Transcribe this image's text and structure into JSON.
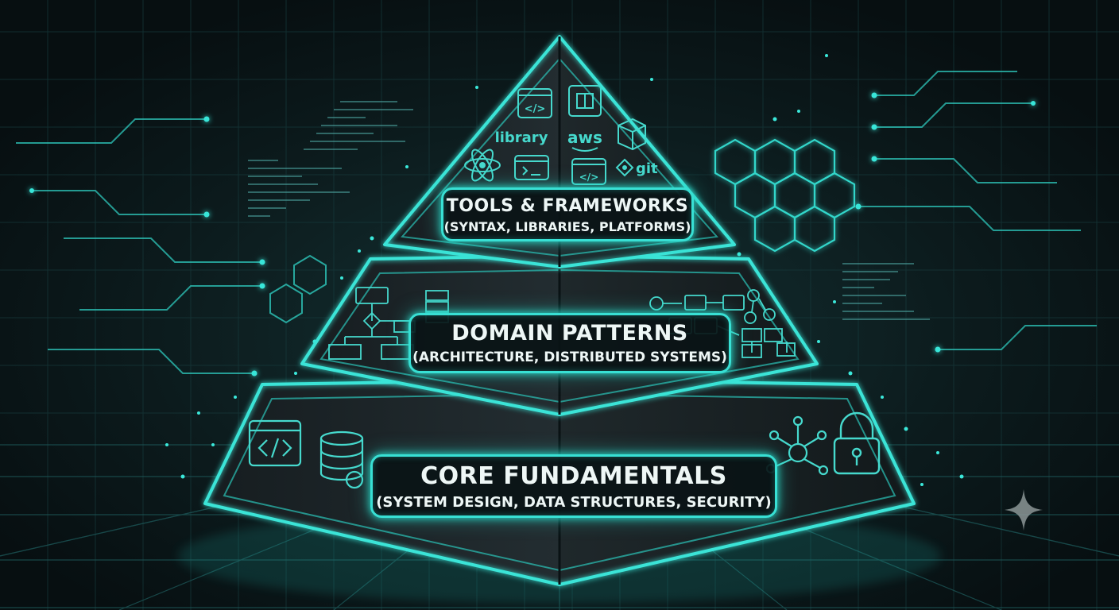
{
  "colors": {
    "background": "#0b1618",
    "accent": "#38e0d4",
    "grid": "#16393b",
    "pyramid_face": "#1b2326",
    "text": "#eef7f6"
  },
  "tiers": [
    {
      "level": "top",
      "title": "Tools & Frameworks",
      "subtitle": "(Syntax, Libraries, Platforms)"
    },
    {
      "level": "middle",
      "title": "Domain Patterns",
      "subtitle": "(Architecture, Distributed Systems)"
    },
    {
      "level": "base",
      "title": "Core Fundamentals",
      "subtitle": "(System Design, Data Structures, Security)"
    }
  ],
  "top_tier_icons": {
    "code_tag": "</>",
    "library_text": "library",
    "aws_text": "aws",
    "git_text": "git",
    "icons": [
      "code-window-icon",
      "react-atom-icon",
      "terminal-icon",
      "package-box-icon",
      "cube-icon",
      "git-logo-icon"
    ]
  },
  "middle_tier_icons": [
    "flowchart-icon",
    "distributed-flow-icon"
  ],
  "base_tier_icons": [
    "code-window-icon",
    "database-icon",
    "network-lock-icon",
    "padlock-icon"
  ],
  "decorations": [
    "circuit-lines",
    "hexagon-mesh",
    "grid-floor",
    "sparkle-icon"
  ]
}
